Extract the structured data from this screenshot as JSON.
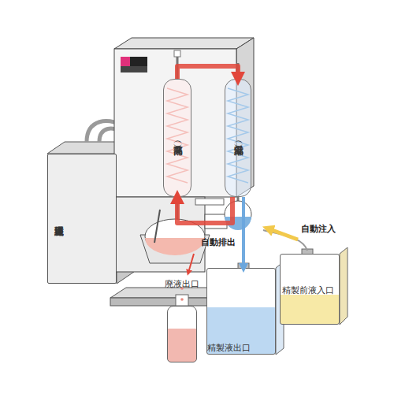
{
  "diagram": {
    "nodes": [
      {
        "text": [
          "純正冷媒循環装置"
        ]
      },
      {
        "text": [
          "蒸発部（高温）"
        ]
      },
      {
        "text": [
          "凝縮部（低温）"
        ]
      },
      {
        "text": [
          "廃液出口"
        ]
      },
      {
        "text": [
          "精製液出口"
        ]
      },
      {
        "text": [
          "精製前液入口"
        ]
      }
    ],
    "edges": [
      {
        "from": 1,
        "to": 2,
        "arrow": "to"
      },
      {
        "from": 2,
        "to": 1,
        "arrow": "to"
      },
      {
        "from": 2,
        "to": 4,
        "label": "自動排出",
        "arrow": "to"
      }
    ],
    "labels": [
      "自動注入"
    ]
  }
}
